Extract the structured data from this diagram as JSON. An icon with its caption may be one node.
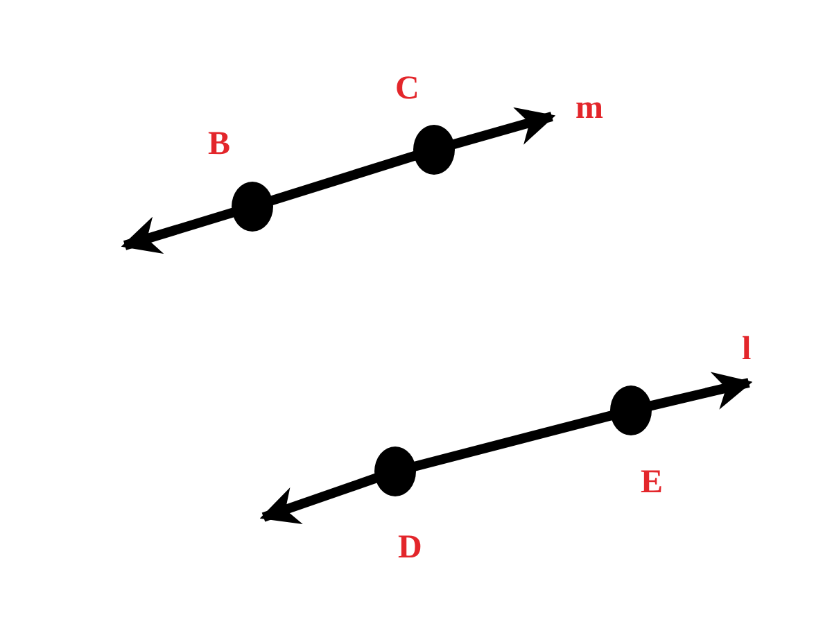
{
  "diagram": {
    "nodes": [
      {
        "text": [],
        "shape": "circle",
        "beside": [
          "B"
        ]
      },
      {
        "text": [],
        "shape": "circle",
        "beside": [
          "C"
        ]
      },
      {
        "text": [],
        "shape": "circle",
        "beside": [
          "D"
        ]
      },
      {
        "text": [],
        "shape": "circle",
        "beside": [
          "E"
        ]
      }
    ],
    "edges": [
      {
        "from": 0,
        "to": 1,
        "arrow": "none"
      },
      {
        "from": 2,
        "to": 3,
        "arrow": "none"
      }
    ],
    "labels": [
      "m",
      "l"
    ]
  }
}
